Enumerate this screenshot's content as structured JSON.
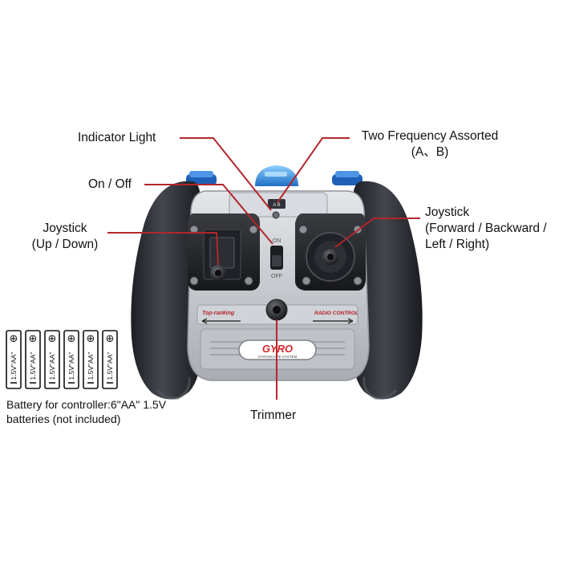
{
  "labels": {
    "indicator_light": "Indicator Light",
    "two_frequency_line1": "Two Frequency Assorted",
    "two_frequency_line2": "(A、B)",
    "on_off": "On / Off",
    "joystick_left_line1": "Joystick",
    "joystick_left_line2": "(Up / Down)",
    "joystick_right_line1": "Joystick",
    "joystick_right_line2": "(Forward / Backward /",
    "joystick_right_line3": "Left / Right)",
    "trimmer": "Trimmer",
    "battery_line1": "Battery for controller:6\"AA\" 1.5V",
    "battery_line2": "batteries (not included)"
  },
  "battery": {
    "count": 6,
    "label": "1.5V\"AA\""
  },
  "device": {
    "logo": "GYRO",
    "logo_sub": "GYROSCOPE SYSTEM",
    "left_strip": "Top-ranking",
    "right_strip": "RADIO CONTROL",
    "switch_on": "ON",
    "switch_off": "OFF",
    "freq_mark": "A B"
  },
  "colors": {
    "leader_line": "#b3262c",
    "grip": "#2b2d33",
    "body_silver": "#c9ccd0",
    "accent_blue": "#2f7fd6"
  }
}
